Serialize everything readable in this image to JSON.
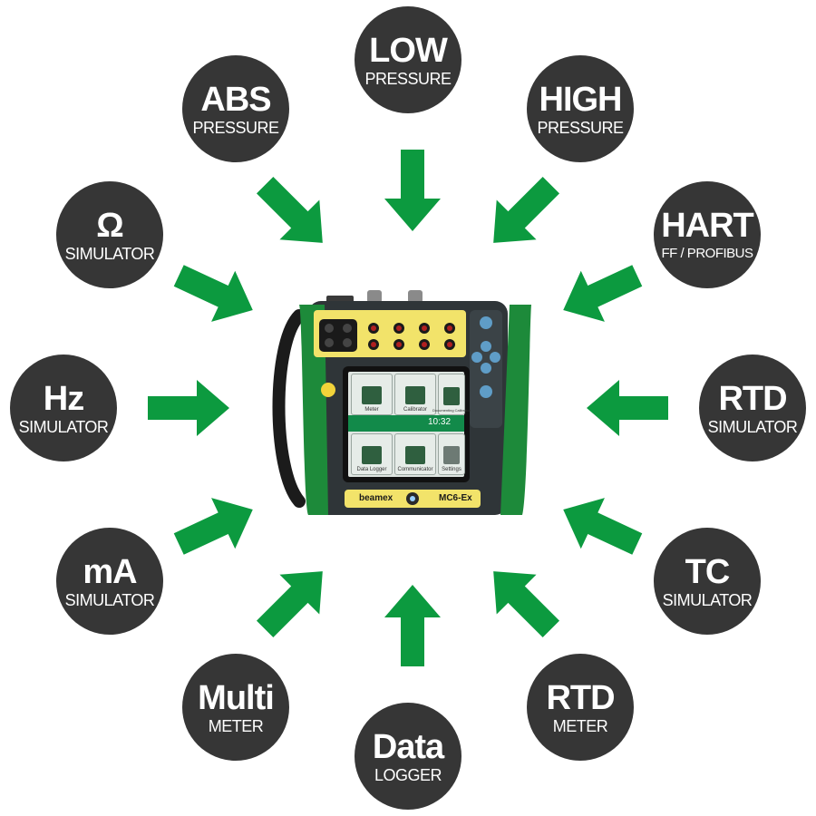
{
  "nodes": {
    "low_pressure": {
      "line1": "LOW",
      "line2": "PRESSURE"
    },
    "abs_pressure": {
      "line1": "ABS",
      "line2": "PRESSURE"
    },
    "high_pressure": {
      "line1": "HIGH",
      "line2": "PRESSURE"
    },
    "ohm_simulator": {
      "line1": "Ω",
      "line2": "SIMULATOR"
    },
    "hart": {
      "line1": "HART",
      "line2": "FF / PROFIBUS"
    },
    "hz_simulator": {
      "line1": "Hz",
      "line2": "SIMULATOR"
    },
    "rtd_simulator": {
      "line1": "RTD",
      "line2": "SIMULATOR"
    },
    "ma_simulator": {
      "line1": "mA",
      "line2": "SIMULATOR"
    },
    "tc_simulator": {
      "line1": "TC",
      "line2": "SIMULATOR"
    },
    "multi_meter": {
      "line1": "Multi",
      "line2": "METER"
    },
    "rtd_meter": {
      "line1": "RTD",
      "line2": "METER"
    },
    "data_logger": {
      "line1": "Data",
      "line2": "LOGGER"
    }
  },
  "device": {
    "brand": "beamex",
    "model": "MC6-Ex",
    "time": "10:32",
    "tiles": {
      "meter": "Meter",
      "calibrator": "Calibrator",
      "documenting_calibrator": "Documenting Calibrator",
      "data_logger": "Data Logger",
      "communicator": "Communicator",
      "settings": "Settings"
    }
  },
  "colors": {
    "node_bg": "#363636",
    "node_text": "#ffffff",
    "arrow": "#0c9a3f",
    "device_green": "#1d8a3a",
    "device_yellow": "#f2e36a"
  }
}
